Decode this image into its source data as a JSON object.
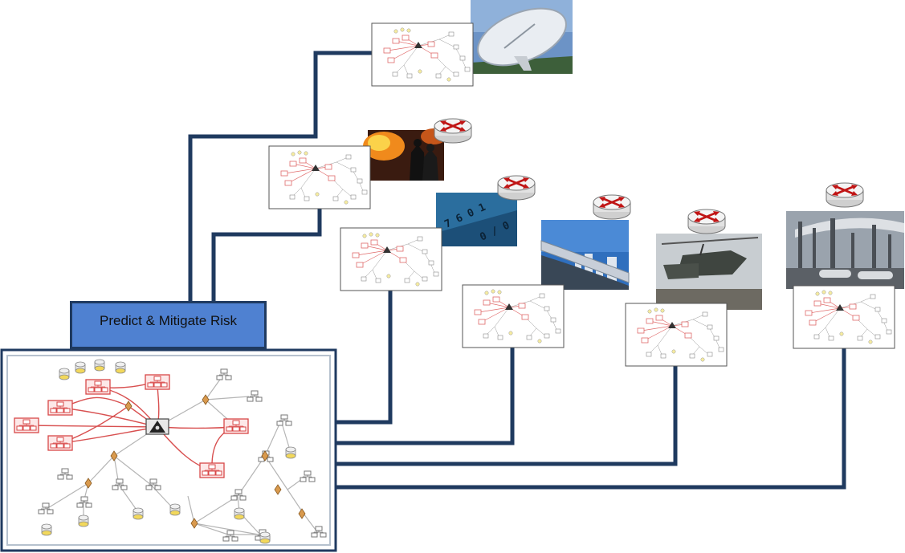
{
  "colors": {
    "connector": "#1f3a5f",
    "label_fill": "#4f81d1",
    "hub_red": "#e05555",
    "node_gray": "#8a8a8a",
    "sensor_orange": "#d99a4e",
    "db_yellow": "#f2d85c"
  },
  "hub_label": "Predict & Mitigate Risk",
  "icons": {
    "hub": "skull-threat-icon",
    "router": "router-icon",
    "server": "server-cluster-icon",
    "database": "database-icon",
    "sensor": "sensor-node-icon"
  },
  "sectors": [
    {
      "name": "satellite-communications",
      "photo": "satellite-dish-photo",
      "router": false
    },
    {
      "name": "emergency-services",
      "photo": "firefighters-photo",
      "router": true
    },
    {
      "name": "financial-services",
      "photo": "credit-card-photo",
      "router": true
    },
    {
      "name": "transportation",
      "photo": "monorail-photo",
      "router": true
    },
    {
      "name": "defense",
      "photo": "military-helicopter-photo",
      "router": true
    },
    {
      "name": "energy",
      "photo": "oil-refinery-photo",
      "router": true
    }
  ]
}
